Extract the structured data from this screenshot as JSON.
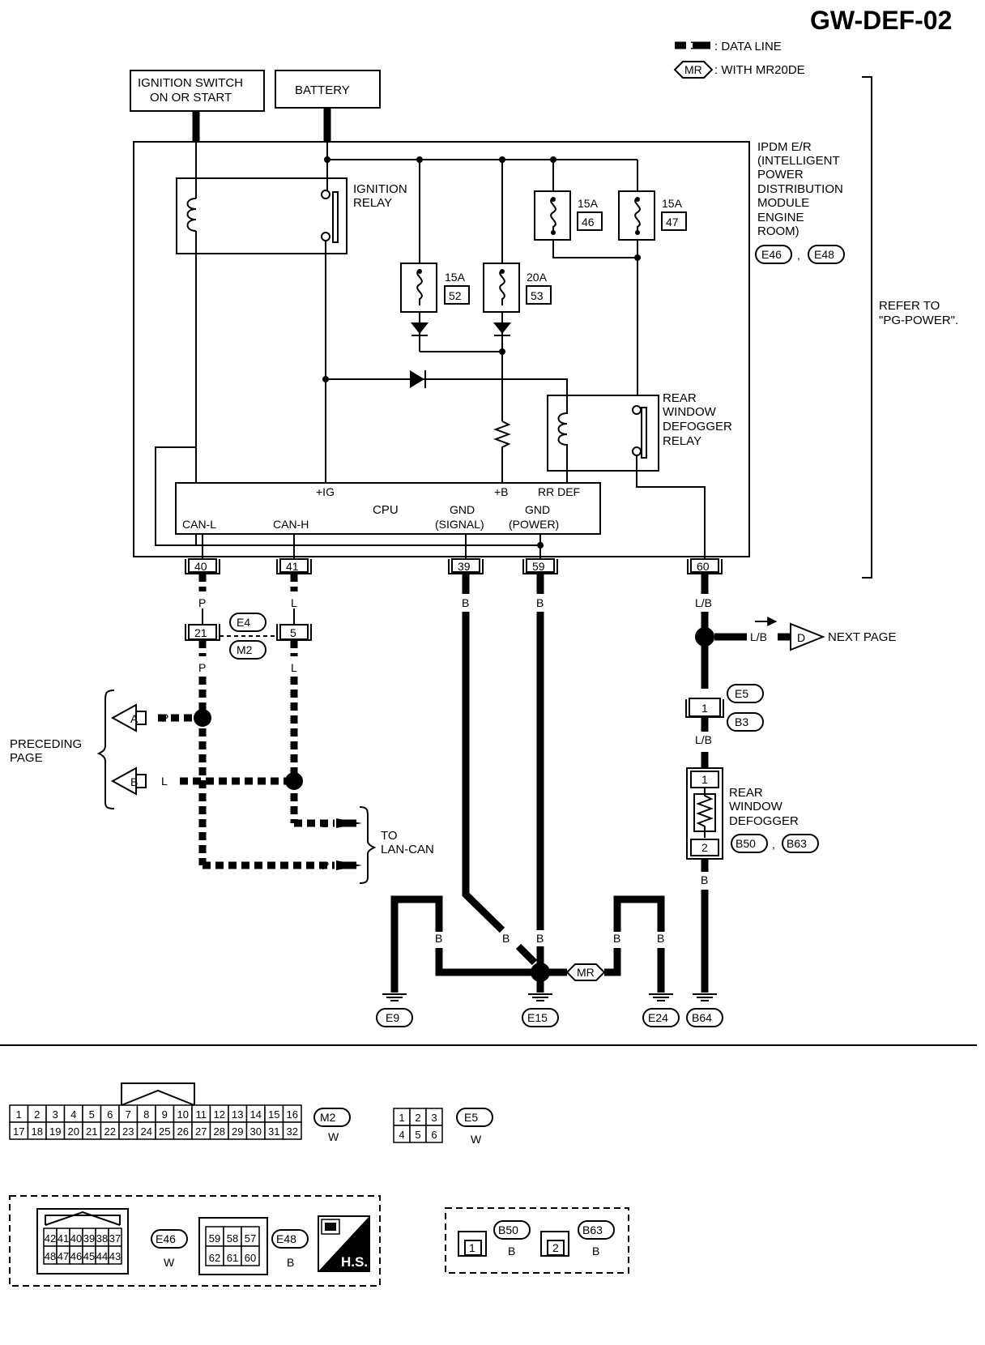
{
  "page_code": "GW-DEF-02",
  "legend": {
    "data_line": ": DATA LINE",
    "mr_symbol": "MR",
    "with_mr": ": WITH MR20DE"
  },
  "sources": {
    "ignition_line1": "IGNITION SWITCH",
    "ignition_line2": "ON OR START",
    "battery": "BATTERY"
  },
  "ipdm": {
    "lines": [
      "IPDM E/R",
      "(INTELLIGENT",
      "POWER",
      "DISTRIBUTION",
      "MODULE",
      "ENGINE",
      "ROOM)"
    ],
    "conn1": "E46",
    "sep": ",",
    "conn2": "E48"
  },
  "refer_to": [
    "REFER TO",
    "\"PG-POWER\"."
  ],
  "ignition_relay": [
    "IGNITION",
    "RELAY"
  ],
  "defogger_relay": [
    "REAR",
    "WINDOW",
    "DEFOGGER",
    "RELAY"
  ],
  "fuses": [
    {
      "amp": "15A",
      "num": "46"
    },
    {
      "amp": "15A",
      "num": "47"
    },
    {
      "amp": "15A",
      "num": "52"
    },
    {
      "amp": "20A",
      "num": "53"
    }
  ],
  "cpu": {
    "label": "CPU",
    "ig": "+IG",
    "b": "+B",
    "rr_def": "RR DEF",
    "can_l": "CAN-L",
    "can_h": "CAN-H",
    "gnd_signal_1": "GND",
    "gnd_signal_2": "(SIGNAL)",
    "gnd_power_1": "GND",
    "gnd_power_2": "(POWER)"
  },
  "terminals": [
    "40",
    "41",
    "39",
    "59",
    "60"
  ],
  "wire_colors": {
    "p": "P",
    "l": "L",
    "b": "B",
    "lb": "L/B"
  },
  "joint_connector": {
    "pin_p": "21",
    "pin_l": "5",
    "conn1": "E4",
    "conn2": "M2"
  },
  "preceding_page": [
    "PRECEDING",
    "PAGE"
  ],
  "arrows": {
    "a": "A",
    "b": "B",
    "d": "D"
  },
  "to_lan_can": [
    "TO",
    "LAN-CAN"
  ],
  "next_page": "NEXT PAGE",
  "e5_connector": {
    "pin": "1",
    "conn1": "E5",
    "conn2": "B3"
  },
  "rear_defogger": {
    "lines": [
      "REAR",
      "WINDOW",
      "DEFOGGER"
    ],
    "pin1": "1",
    "pin2": "2",
    "conn1": "B50",
    "sep": ",",
    "conn2": "B63"
  },
  "grounds": [
    "E9",
    "E15",
    "E24",
    "B64"
  ],
  "connector_views": {
    "m2": {
      "id": "M2",
      "color": "W",
      "top_row": [
        "1",
        "2",
        "3",
        "4",
        "5",
        "6",
        "7",
        "8",
        "9",
        "10",
        "11",
        "12",
        "13",
        "14",
        "15",
        "16"
      ],
      "bottom_row": [
        "17",
        "18",
        "19",
        "20",
        "21",
        "22",
        "23",
        "24",
        "25",
        "26",
        "27",
        "28",
        "29",
        "30",
        "31",
        "32"
      ]
    },
    "e5": {
      "id": "E5",
      "color": "W",
      "top_row": [
        "1",
        "2",
        "3"
      ],
      "bottom_row": [
        "4",
        "5",
        "6"
      ]
    },
    "e46": {
      "id": "E46",
      "color": "W",
      "top_row": [
        "42",
        "41",
        "40",
        "39",
        "38",
        "37"
      ],
      "bottom_row": [
        "48",
        "47",
        "46",
        "45",
        "44",
        "43"
      ]
    },
    "e48": {
      "id": "E48",
      "color": "B",
      "top_row": [
        "59",
        "58",
        "57"
      ],
      "bottom_row": [
        "62",
        "61",
        "60"
      ]
    },
    "hs": "H.S.",
    "b50": {
      "id": "B50",
      "pin": "1",
      "color": "B"
    },
    "b63": {
      "id": "B63",
      "pin": "2",
      "color": "B"
    }
  }
}
